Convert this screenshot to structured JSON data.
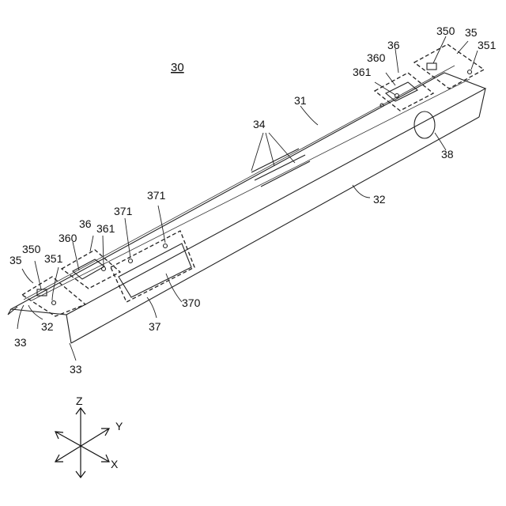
{
  "figure": {
    "title": "30",
    "labels": {
      "l31": "31",
      "l32a": "32",
      "l32b": "32",
      "l33a": "33",
      "l33b": "33",
      "l34": "34",
      "l35a": "35",
      "l35b": "35",
      "l350a": "350",
      "l350b": "350",
      "l351a": "351",
      "l351b": "351",
      "l36a": "36",
      "l36b": "36",
      "l360a": "360",
      "l360b": "360",
      "l361a": "361",
      "l361b": "361",
      "l37": "37",
      "l370": "370",
      "l371a": "371",
      "l371b": "371",
      "l38": "38"
    },
    "axes": {
      "z": "Z",
      "y": "Y",
      "x": "X"
    }
  }
}
